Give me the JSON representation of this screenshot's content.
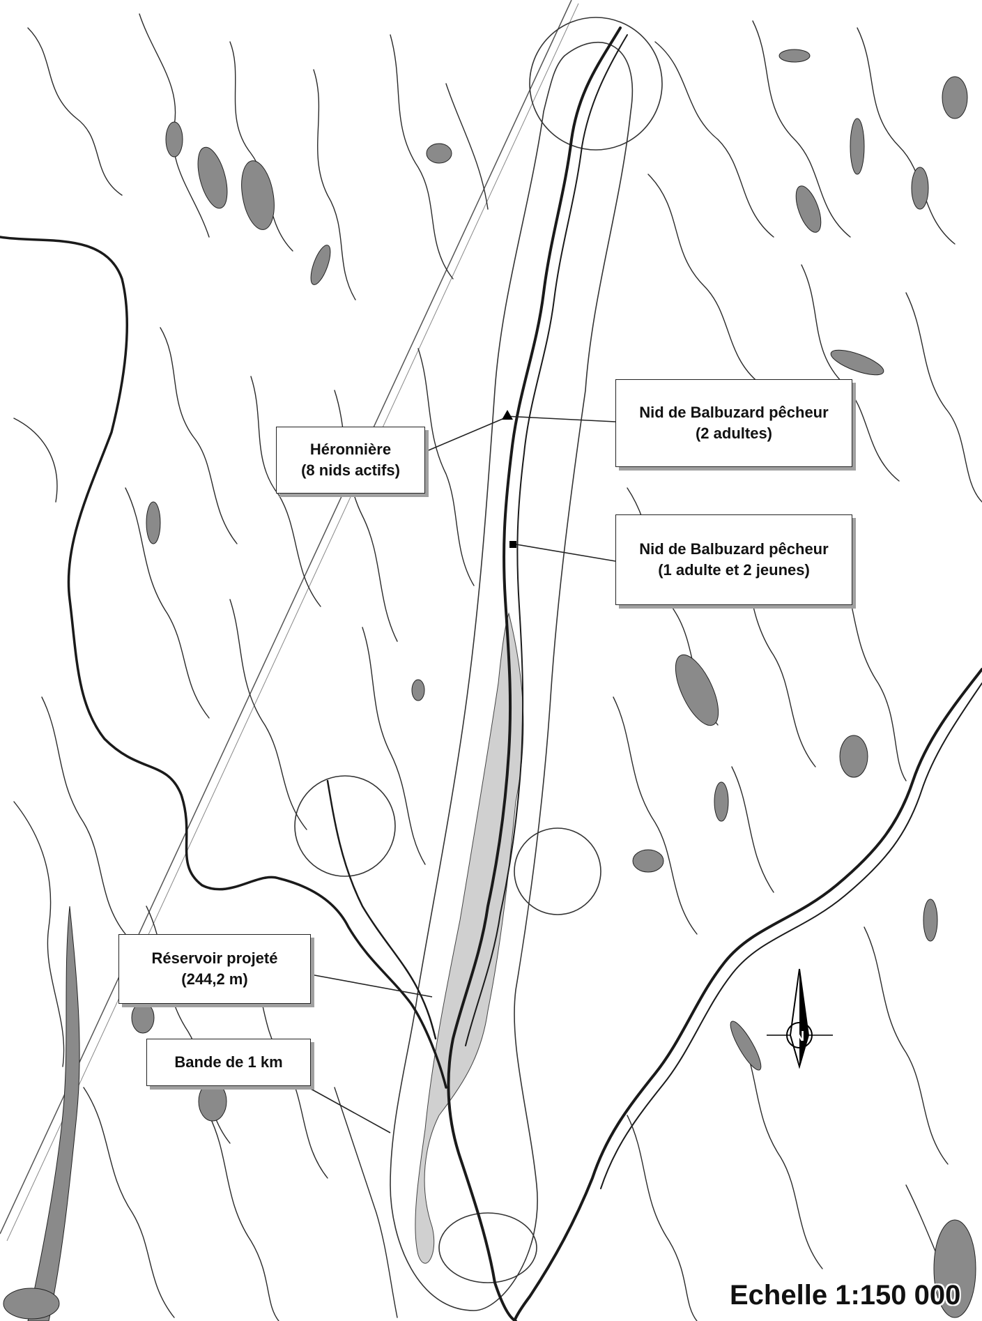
{
  "labels": {
    "heronry": {
      "line1": "Héronnière",
      "line2": "(8 nids actifs)"
    },
    "osprey_nest_1": {
      "line1": "Nid de Balbuzard pêcheur",
      "line2": "(2 adultes)"
    },
    "osprey_nest_2": {
      "line1": "Nid de Balbuzard pêcheur",
      "line2": "(1 adulte et 2 jeunes)"
    },
    "reservoir": {
      "line1": "Réservoir projeté",
      "line2": "(244,2 m)"
    },
    "buffer_band": {
      "line1": "Bande de 1 km"
    }
  },
  "north_arrow": {
    "letter": "N"
  },
  "scale": {
    "text": "Echelle 1:150 000"
  },
  "colors": {
    "lines": "#1a1a1a",
    "lakes": "#8a8a8a",
    "reservoir": "#d0d0d0",
    "callout_shadow": "#a0a0a0"
  }
}
